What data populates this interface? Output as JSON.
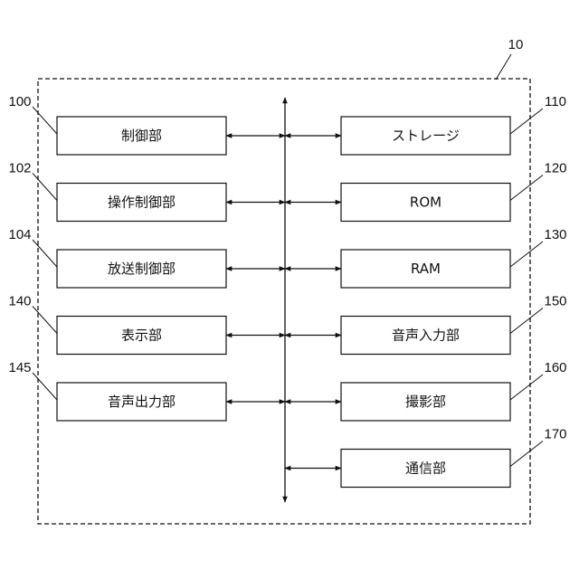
{
  "device": {
    "ref": "10"
  },
  "left_blocks": [
    {
      "ref": "100",
      "label": "制御部"
    },
    {
      "ref": "102",
      "label": "操作制御部"
    },
    {
      "ref": "104",
      "label": "放送制御部"
    },
    {
      "ref": "140",
      "label": "表示部"
    },
    {
      "ref": "145",
      "label": "音声出力部"
    }
  ],
  "right_blocks": [
    {
      "ref": "110",
      "label": "ストレージ"
    },
    {
      "ref": "120",
      "label": "ROM"
    },
    {
      "ref": "130",
      "label": "RAM"
    },
    {
      "ref": "150",
      "label": "音声入力部"
    },
    {
      "ref": "160",
      "label": "撮影部"
    },
    {
      "ref": "170",
      "label": "通信部"
    }
  ]
}
